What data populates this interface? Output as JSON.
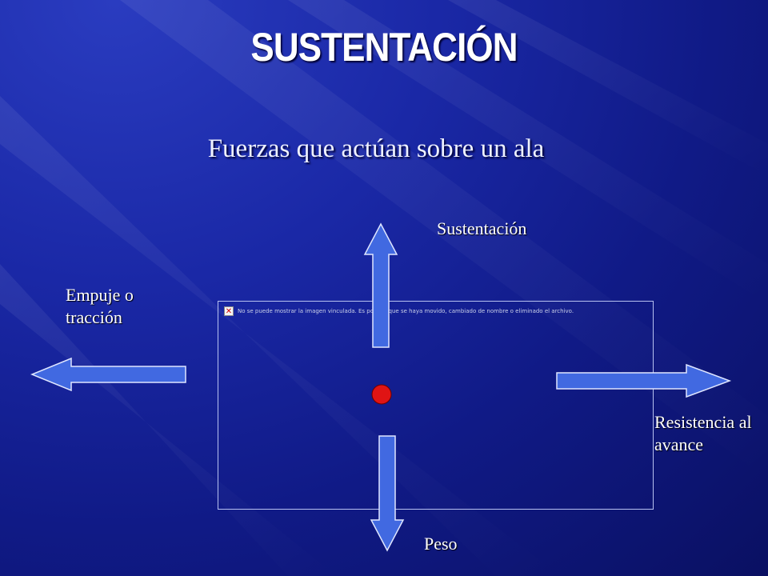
{
  "title": "SUSTENTACIÓN",
  "subtitle": "Fuerzas que actúan sobre un ala",
  "forces": {
    "lift": "Sustentación",
    "thrust": "Empuje o\ntracción",
    "drag": "Resistencia al\navance",
    "weight": "Peso"
  },
  "image_placeholder": {
    "text": "No se puede mostrar la imagen vinculada. Es posible que se haya movido, cambiado de nombre o eliminado el archivo."
  },
  "colors": {
    "arrow_fill": "#4169e1",
    "arrow_stroke": "#dfe6ff",
    "center_dot": "#e01414",
    "background": "#1a28a6"
  }
}
